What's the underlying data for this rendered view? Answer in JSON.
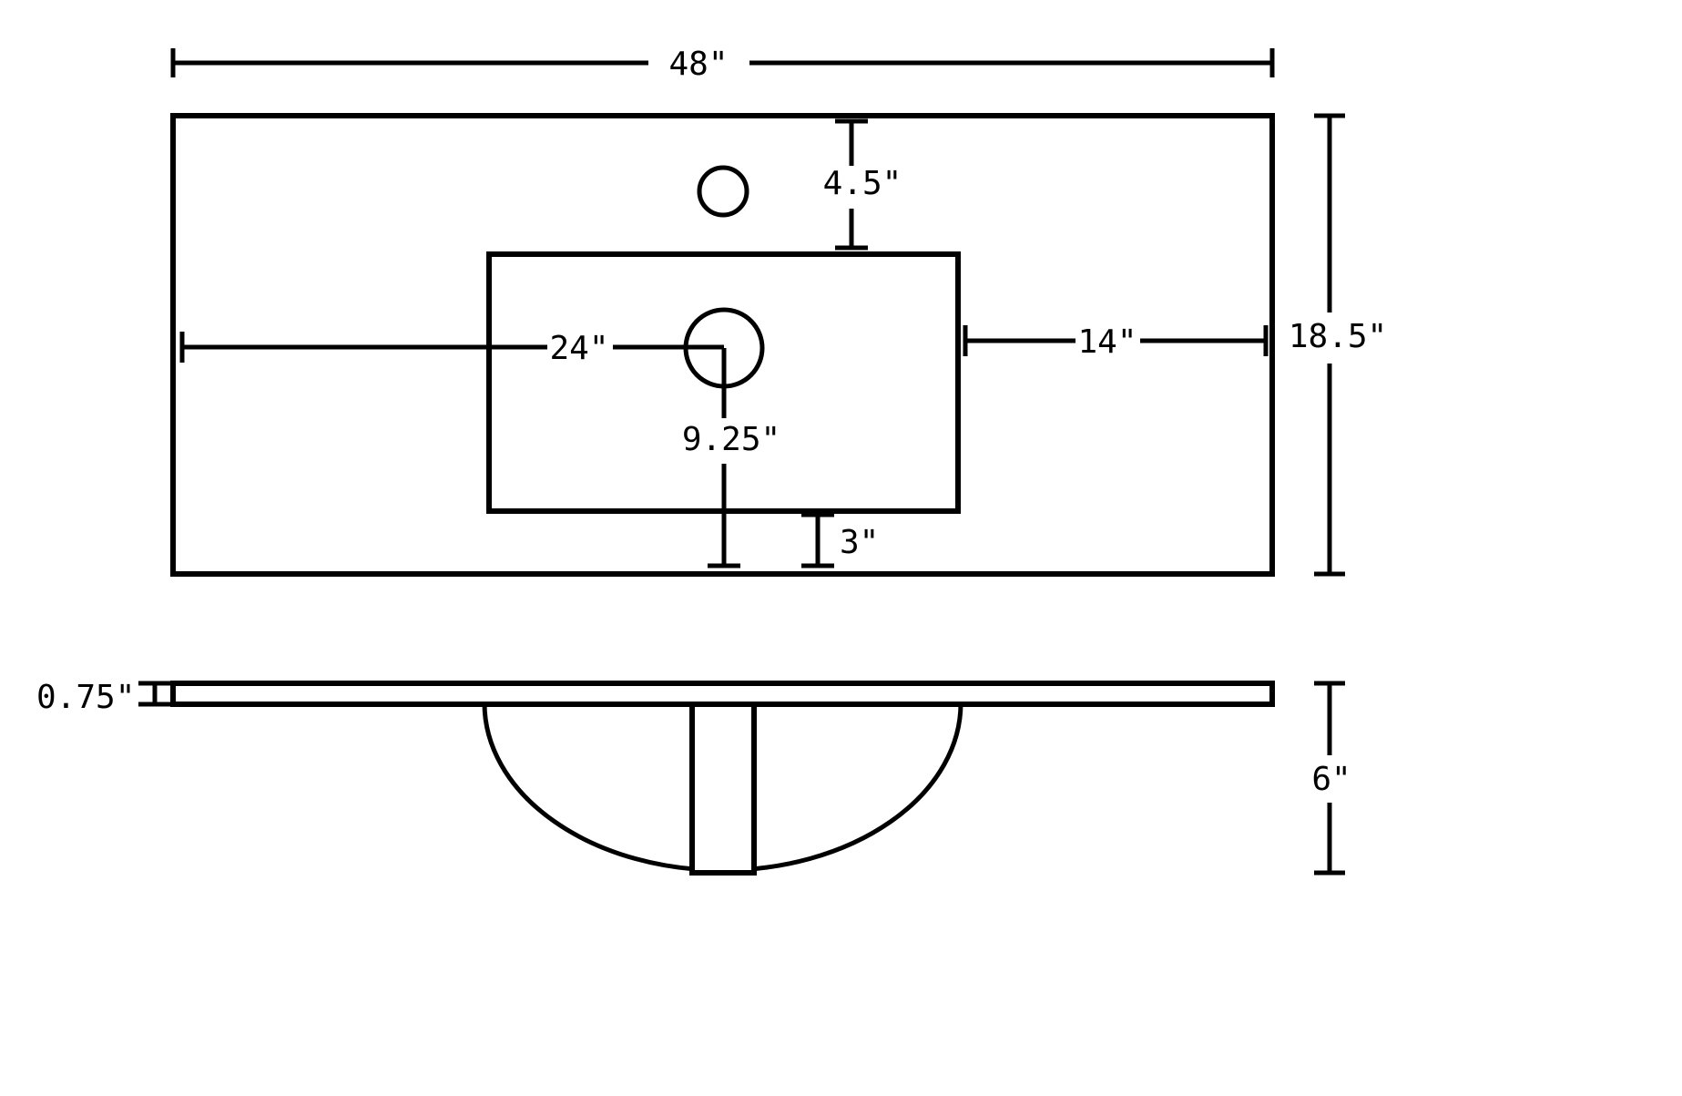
{
  "diagram": {
    "top_view": {
      "dims": {
        "overall_width": "48\"",
        "faucet_hole_offset": "4.5\"",
        "overall_depth": "18.5\"",
        "drain_from_left": "24\"",
        "basin_to_right_edge": "14\"",
        "drain_to_front": "9.25\"",
        "basin_to_front_edge": "3\""
      }
    },
    "side_view": {
      "dims": {
        "top_thickness": "0.75\"",
        "bowl_depth": "6\""
      }
    },
    "colors": {
      "line": "#000000",
      "background": "#ffffff"
    }
  }
}
